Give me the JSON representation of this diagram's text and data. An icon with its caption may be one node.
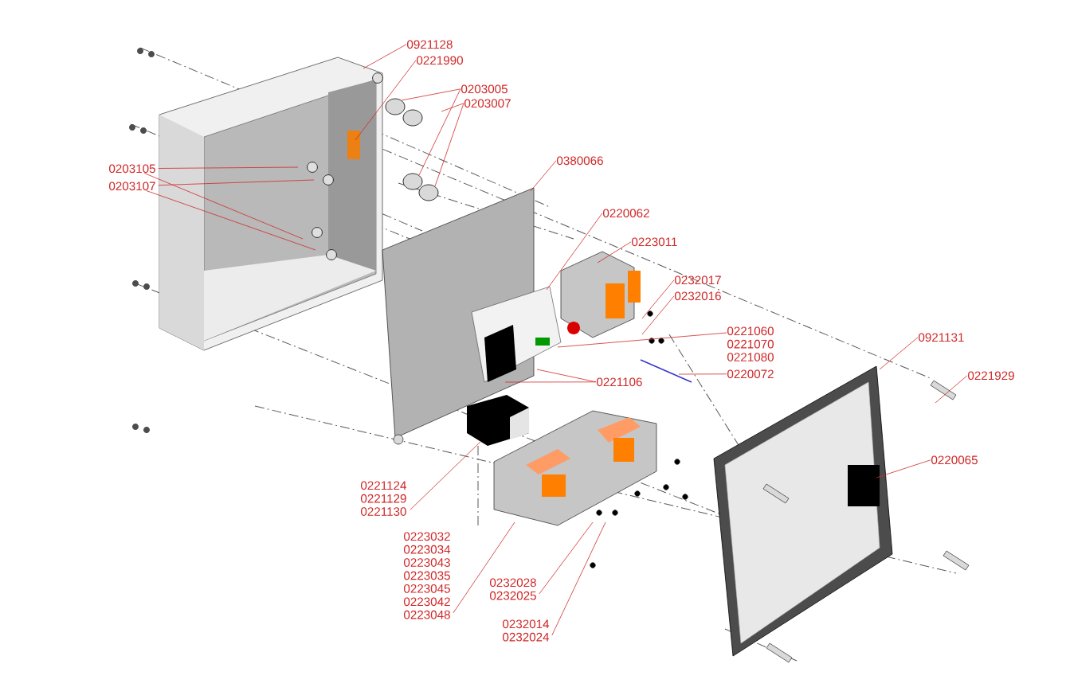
{
  "diagram": {
    "nodes": [
      {
        "text": [
          "0921128"
        ]
      },
      {
        "text": [
          "0221990"
        ]
      },
      {
        "text": [
          "0203005"
        ]
      },
      {
        "text": [
          "0203007"
        ]
      },
      {
        "text": [
          "0203105"
        ]
      },
      {
        "text": [
          "0203107"
        ]
      },
      {
        "text": [
          "0380066"
        ]
      },
      {
        "text": [
          "0220062"
        ]
      },
      {
        "text": [
          "0223011"
        ]
      },
      {
        "text": [
          "0232017"
        ]
      },
      {
        "text": [
          "0232016"
        ]
      },
      {
        "text": [
          "0221060 0221070 0221080"
        ]
      },
      {
        "text": [
          "0220072"
        ]
      },
      {
        "text": [
          "0221106"
        ]
      },
      {
        "text": [
          "0221124 0221129 0221130"
        ]
      },
      {
        "text": [
          "0223032 0223034 0223043 0223035 0223045 0223042 0223048"
        ]
      },
      {
        "text": [
          "0232028 0232025"
        ]
      },
      {
        "text": [
          "0232014 0232024"
        ]
      },
      {
        "text": [
          "0921131"
        ]
      },
      {
        "text": [
          "0221929"
        ]
      },
      {
        "text": [
          "0220065"
        ]
      }
    ],
    "edges": [
      {
        "from": 0,
        "to": null,
        "arrow": "none"
      },
      {
        "from": 1,
        "to": null,
        "arrow": "none"
      },
      {
        "from": 2,
        "to": null,
        "arrow": "none"
      },
      {
        "from": 2,
        "to": null,
        "arrow": "none"
      },
      {
        "from": 3,
        "to": null,
        "arrow": "none"
      },
      {
        "from": 3,
        "to": null,
        "arrow": "none"
      },
      {
        "from": 4,
        "to": null,
        "arrow": "none"
      },
      {
        "from": 4,
        "to": null,
        "arrow": "none"
      },
      {
        "from": 5,
        "to": null,
        "arrow": "none"
      },
      {
        "from": 5,
        "to": null,
        "arrow": "none"
      },
      {
        "from": 6,
        "to": null,
        "arrow": "none"
      },
      {
        "from": 7,
        "to": null,
        "arrow": "none"
      },
      {
        "from": 8,
        "to": null,
        "arrow": "none"
      },
      {
        "from": 9,
        "to": null,
        "arrow": "none"
      },
      {
        "from": 10,
        "to": null,
        "arrow": "none"
      },
      {
        "from": 11,
        "to": null,
        "arrow": "none"
      },
      {
        "from": 12,
        "to": null,
        "arrow": "none"
      },
      {
        "from": 13,
        "to": null,
        "arrow": "none"
      },
      {
        "from": 13,
        "to": null,
        "arrow": "none"
      },
      {
        "from": 14,
        "to": null,
        "arrow": "none"
      },
      {
        "from": 15,
        "to": null,
        "arrow": "none"
      },
      {
        "from": 16,
        "to": null,
        "arrow": "none"
      },
      {
        "from": 17,
        "to": null,
        "arrow": "none"
      },
      {
        "from": 18,
        "to": null,
        "arrow": "none"
      },
      {
        "from": 19,
        "to": null,
        "arrow": "none"
      },
      {
        "from": 20,
        "to": null,
        "arrow": "none"
      }
    ]
  }
}
